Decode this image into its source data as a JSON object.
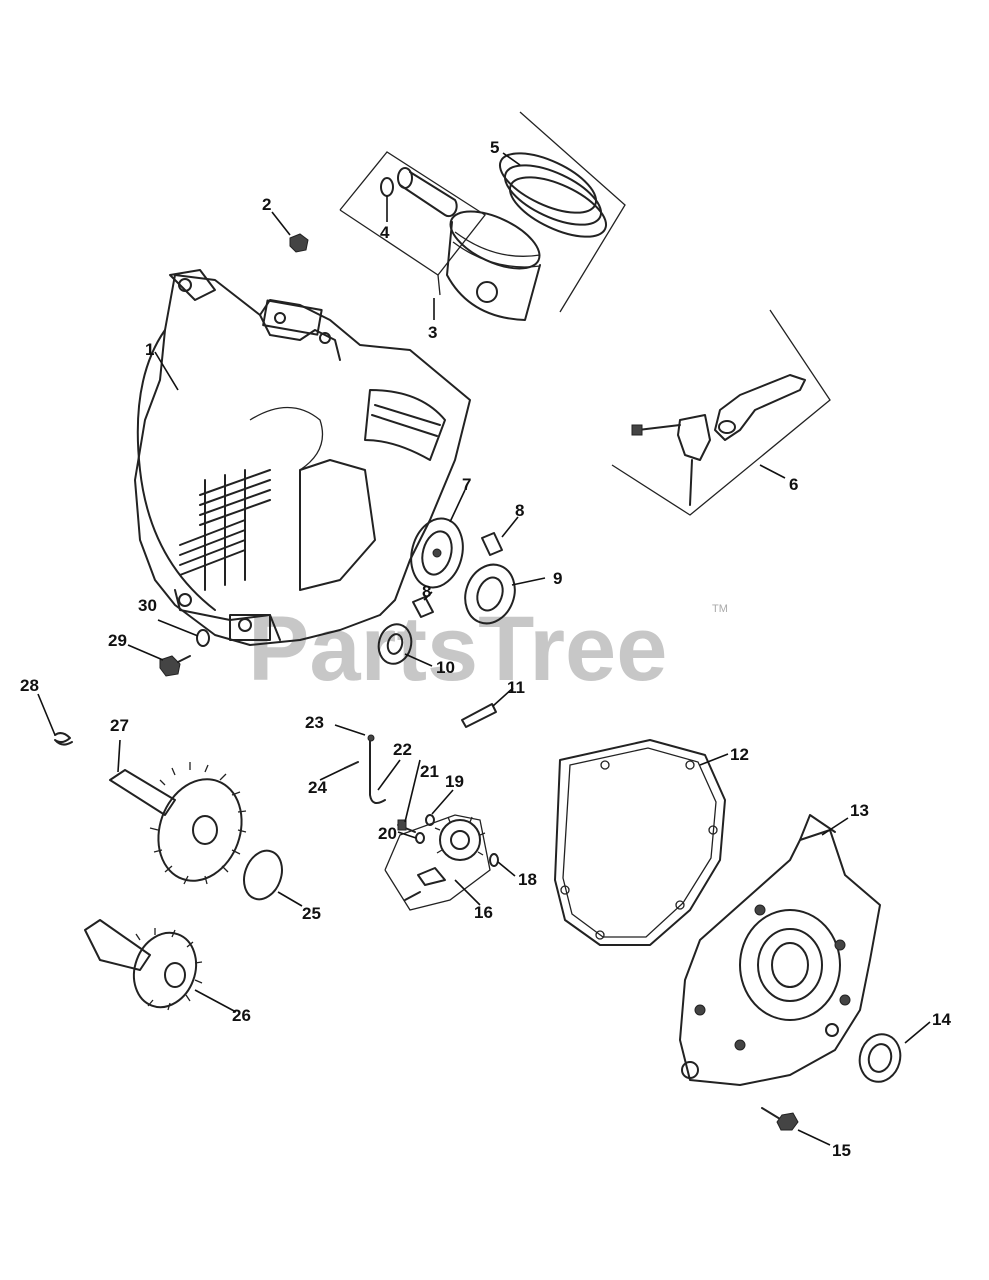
{
  "watermark": {
    "text": "PartsTree",
    "trademark": "TM"
  },
  "callouts": {
    "c1": "1",
    "c2": "2",
    "c3": "3",
    "c4": "4",
    "c5": "5",
    "c6": "6",
    "c7": "7",
    "c8a": "8",
    "c8b": "8",
    "c9": "9",
    "c10": "10",
    "c11": "11",
    "c12": "12",
    "c13": "13",
    "c14": "14",
    "c15": "15",
    "c16": "16",
    "c18": "18",
    "c19": "19",
    "c20": "20",
    "c21": "21",
    "c22": "22",
    "c23": "23",
    "c24": "24",
    "c25": "25",
    "c26": "26",
    "c27": "27",
    "c28": "28",
    "c29": "29",
    "c30": "30"
  }
}
